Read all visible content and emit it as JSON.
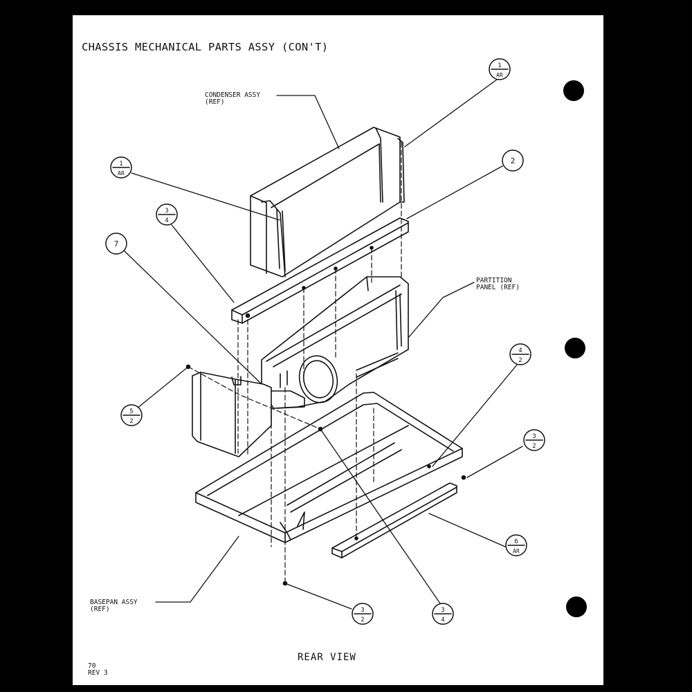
{
  "title": "CHASSIS MECHANICAL PARTS ASSY (CON'T)",
  "view_label": "REAR VIEW",
  "page_ref": {
    "page": "70",
    "revision": "REV 3"
  },
  "ref_labels": {
    "condenser": {
      "line1": "CONDENSER ASSY",
      "line2": "(REF)"
    },
    "partition": {
      "line1": "PARTITION",
      "line2": "PANEL (REF)"
    },
    "basepan": {
      "line1": "BASEPAN ASSY",
      "line2": "(REF)"
    }
  },
  "callouts": [
    {
      "id": "c-top-right",
      "top": "1",
      "bottom": "AR"
    },
    {
      "id": "c-2",
      "top": "2",
      "bottom": ""
    },
    {
      "id": "c-left-ar",
      "top": "1",
      "bottom": "AR"
    },
    {
      "id": "c-34-upper",
      "top": "3",
      "bottom": "4"
    },
    {
      "id": "c-7",
      "top": "7",
      "bottom": ""
    },
    {
      "id": "c-42",
      "top": "4",
      "bottom": "2"
    },
    {
      "id": "c-52",
      "top": "5",
      "bottom": "2"
    },
    {
      "id": "c-32-right",
      "top": "3",
      "bottom": "2"
    },
    {
      "id": "c-6ar",
      "top": "6",
      "bottom": "AR"
    },
    {
      "id": "c-32-bottom",
      "top": "3",
      "bottom": "2"
    },
    {
      "id": "c-34-bottom",
      "top": "3",
      "bottom": "4"
    }
  ]
}
